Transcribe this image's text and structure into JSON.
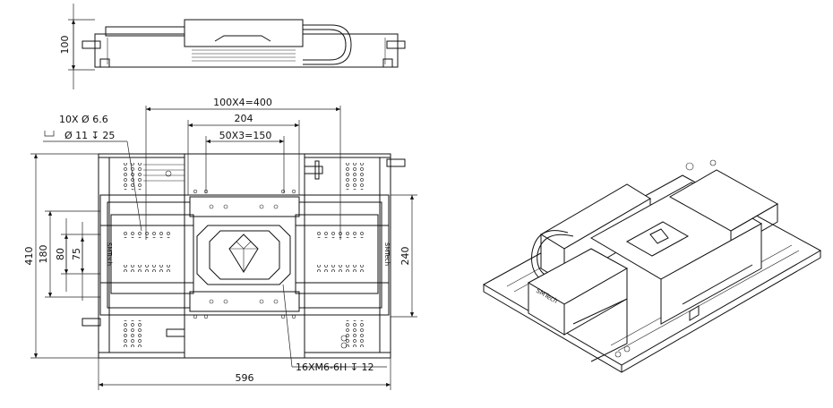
{
  "dimensions": {
    "height_top": "100",
    "pitch_large": "100X4=400",
    "width_204": "204",
    "pitch_small": "50X3=150",
    "holes": "10X",
    "hole_dia": "6.6",
    "cbore_dia": "11",
    "cbore_depth": "25",
    "overall_410": "410",
    "inner_180": "180",
    "inner_80": "80",
    "inner_75": "75",
    "right_240": "240",
    "thread_callout": "16XM6-6H",
    "thread_depth": "12",
    "overall_596": "596"
  },
  "logo": "SMTech",
  "colors": {
    "line": "#111111",
    "background": "#ffffff"
  }
}
